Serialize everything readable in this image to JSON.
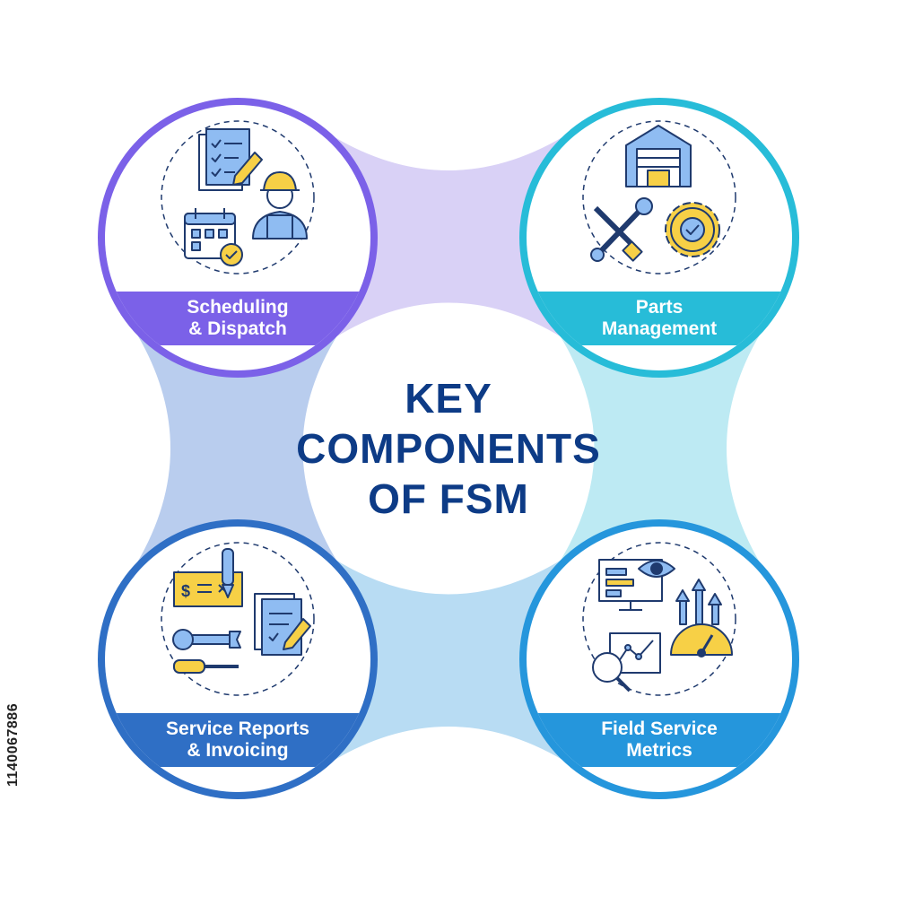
{
  "title": {
    "line1": "KEY",
    "line2": "COMPONENTS",
    "line3": "OF FSM"
  },
  "components": [
    {
      "line1": "Scheduling",
      "line2": "& Dispatch",
      "color": "#7b61e8",
      "icons": [
        "checklist-pencil-icon",
        "engineer-helmet-icon",
        "calendar-check-icon"
      ]
    },
    {
      "line1": "Parts",
      "line2": "Management",
      "color": "#27bcd8",
      "icons": [
        "warehouse-icon",
        "wrench-screwdriver-icon",
        "gear-check-icon"
      ]
    },
    {
      "line1": "Service Reports",
      "line2": "& Invoicing",
      "color": "#2f6fc5",
      "icons": [
        "check-pen-icon",
        "report-pencil-icon",
        "wrench-icon",
        "screwdriver-icon"
      ]
    },
    {
      "line1": "Field Service",
      "line2": "Metrics",
      "color": "#2596dc",
      "icons": [
        "monitor-eye-icon",
        "growth-arrows-icon",
        "speedometer-icon",
        "magnifier-chart-icon"
      ]
    }
  ],
  "watermark_id": "1140067886",
  "colors": {
    "title": "#0d3b86",
    "connector_top": "#d9d1f6",
    "connector_left": "#b9cdee",
    "connector_right": "#bdeaf3",
    "connector_bottom": "#b8dcf3",
    "icon_yellow": "#f7d046",
    "icon_blue": "#8fbcf2",
    "icon_navy": "#1f3a6e"
  }
}
